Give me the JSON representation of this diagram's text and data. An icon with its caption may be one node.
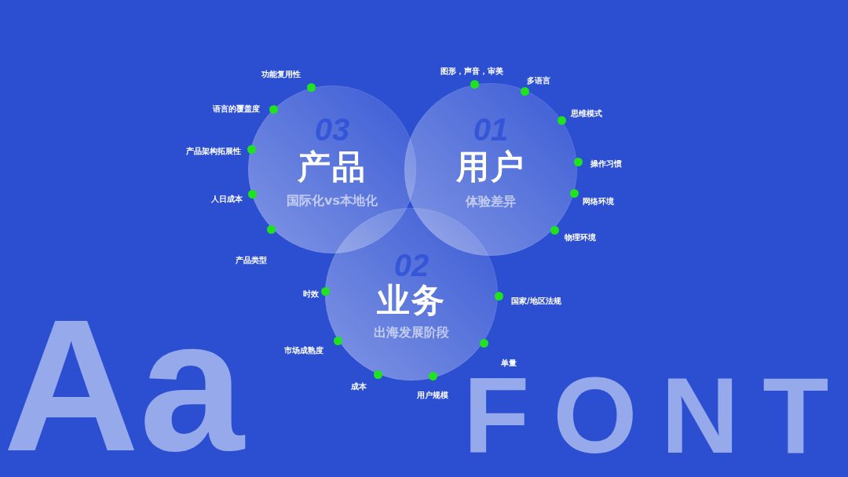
{
  "diagram": {
    "nodes": [
      {
        "text": [
          "03",
          "产品",
          "国际化vs本地化"
        ],
        "beside": [
          "功能复用性",
          "语言的覆盖度",
          "产品架构拓展性",
          "人日成本",
          "产品类型"
        ]
      },
      {
        "text": [
          "01",
          "用户",
          "体验差异"
        ],
        "beside": [
          "图形，声音，审美",
          "多语言",
          "思维模式",
          "操作习惯",
          "网络环境",
          "物理环境"
        ]
      },
      {
        "text": [
          "02",
          "业务",
          "出海发展阶段"
        ],
        "beside": [
          "时效",
          "国家/地区法规",
          "市场成熟度",
          "单量",
          "成本",
          "用户规模"
        ]
      }
    ],
    "labels": [
      "Aa",
      "FONT"
    ]
  }
}
